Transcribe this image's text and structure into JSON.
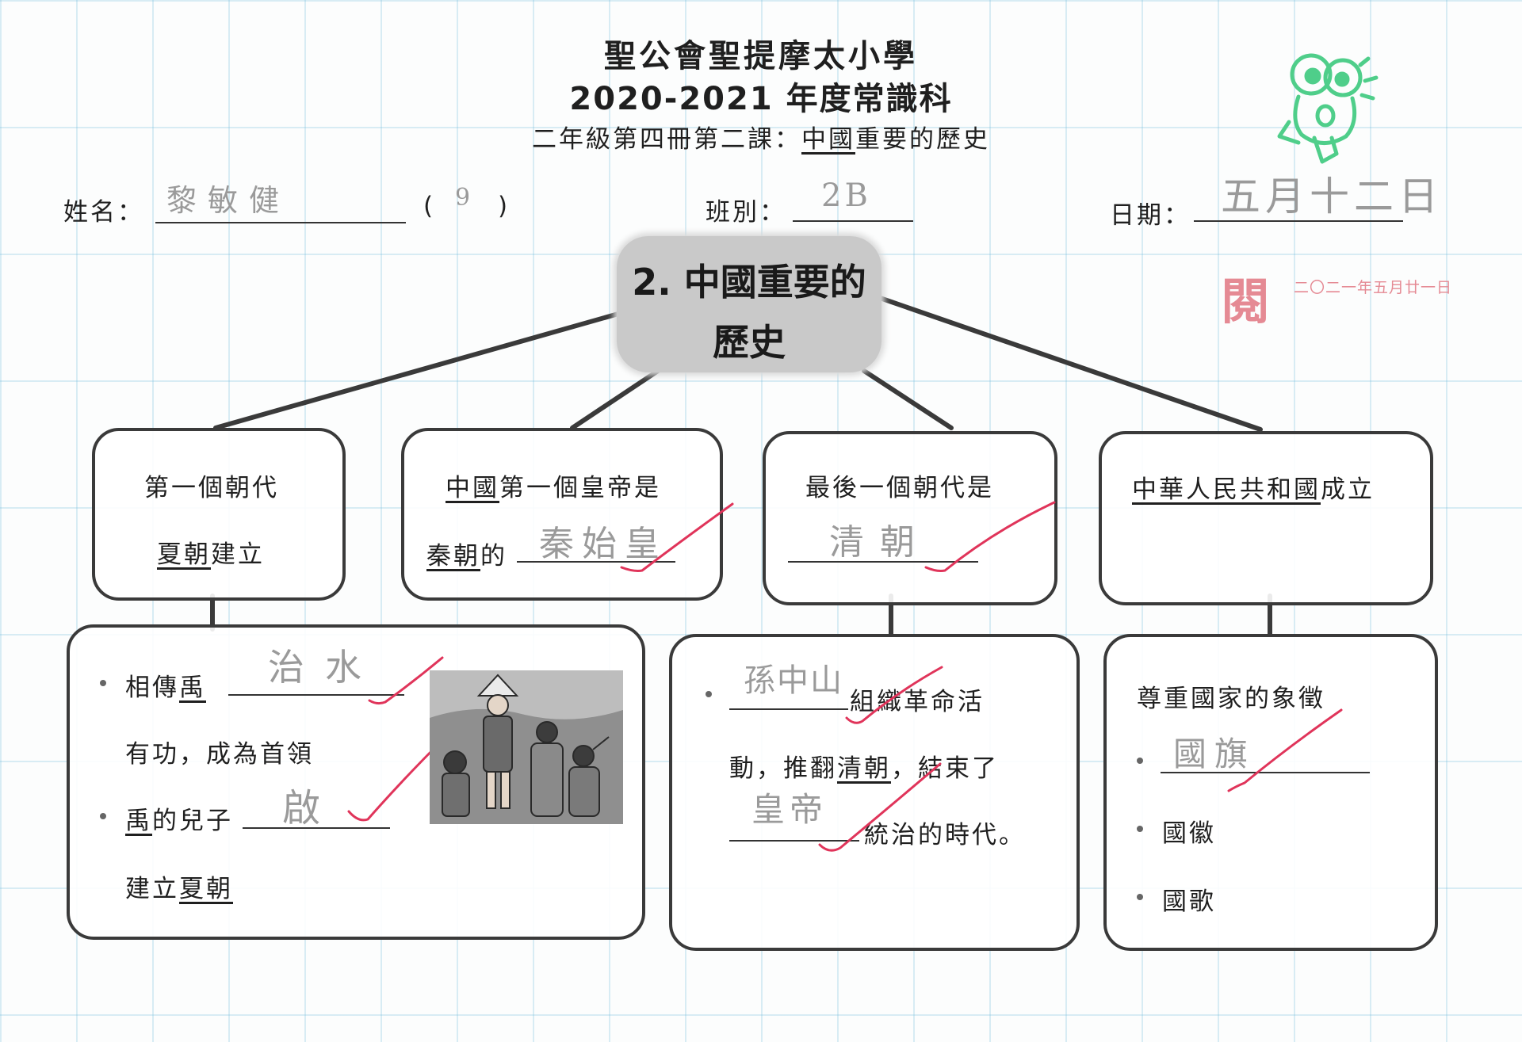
{
  "header": {
    "school": "聖公會聖提摩太小學",
    "year_subject": "2020-2021 年度常識科",
    "lesson_prefix": "二年級第四冊第二課：",
    "lesson_underlined": "中國",
    "lesson_suffix": "重要的歷史"
  },
  "student": {
    "name_label": "姓名：",
    "name_value": "黎敏健",
    "number_open": "(",
    "number_value": "9",
    "number_close": ")",
    "class_label": "班別：",
    "class_value": "2B",
    "date_label": "日期：",
    "date_value": "五月十二日"
  },
  "stamp": {
    "char": "閱",
    "date": "二〇二一年五月廿一日"
  },
  "center": {
    "line1": "2. 中國重要的",
    "line2": "歷史"
  },
  "boxes": {
    "b1": {
      "line1": "第一個朝代",
      "line2_u": "夏朝",
      "line2": "建立"
    },
    "b2": {
      "line1_u": "中國",
      "line1": "第一個皇帝是",
      "line2_u": "秦朝",
      "line2": "的",
      "answer": "秦始皇"
    },
    "b3": {
      "line1": "最後一個朝代是",
      "answer": "清朝"
    },
    "b4": {
      "line1_u": "中華人民共和國",
      "line1": "成立"
    },
    "b5": {
      "l1_pre": "相傳",
      "l1_u": "禹",
      "answer1": "治水",
      "l2": "有功，成為首領",
      "l3_u": "禹",
      "l3": "的兒子",
      "answer2": "啟",
      "l4_pre": "建立",
      "l4_u": "夏朝"
    },
    "b6": {
      "answer1": "孫中山",
      "l1": "組織革命活",
      "l2_pre": "動，推翻",
      "l2_u": "清朝",
      "l2": "，結束了",
      "answer2": "皇帝",
      "l3": "統治的時代。"
    },
    "b7": {
      "title": "尊重國家的象徵",
      "answer1": "國旗",
      "item2": "國徽",
      "item3": "國歌"
    }
  },
  "colors": {
    "check": "#e0345a",
    "sticker": "#4fce8a",
    "stamp": "#e58a94",
    "pencil": "#9a9a9a"
  }
}
